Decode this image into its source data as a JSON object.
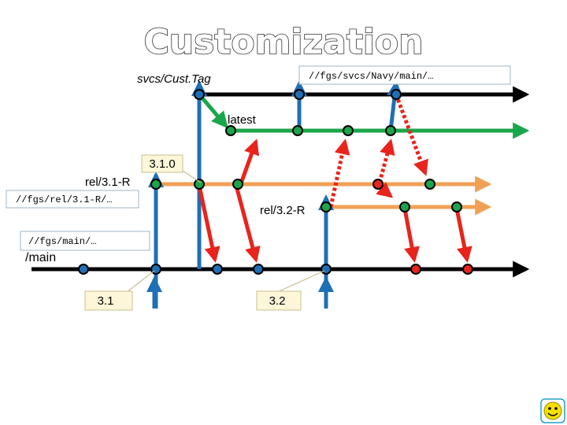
{
  "title": "Customization",
  "branch_labels": {
    "custtag": "svcs/Cust.Tag",
    "latest": "latest",
    "rel31": "rel/3.1-R",
    "rel32": "rel/3.2-R",
    "main": "/main"
  },
  "path_boxes": {
    "navy_main": "//fgs/svcs/Navy/main/…",
    "rel31": "//fgs/rel/3.1-R/…",
    "main": "//fgs/main/…"
  },
  "version_boxes": {
    "v310": "3.1.0",
    "v31": "3.1",
    "v32": "3.2"
  },
  "colors": {
    "custtag_line": "#000000",
    "latest_line": "#1aa64a",
    "release_line": "#f0a055",
    "main_line": "#000000",
    "branch_arrow": "#1f6fb5",
    "merge_arrow": "#e8241c",
    "node_blue": "#1f6fb5",
    "node_green": "#1aa64a",
    "node_red": "#e8241c",
    "box_border": "#9fb4c8",
    "callout_fill": "#fdf6d8",
    "smiley": "#f5e000"
  },
  "icons": {
    "smiley": "smiley-face-icon"
  }
}
